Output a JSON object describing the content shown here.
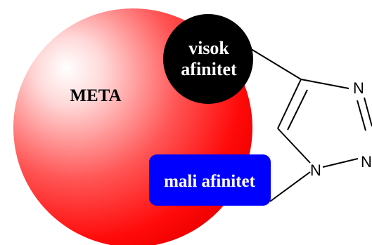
{
  "target": {
    "label": "META",
    "color": "#ff0000"
  },
  "high_affinity": {
    "line1": "visok",
    "line2": "afinitet",
    "color": "#000000"
  },
  "low_affinity": {
    "label": "mali afinitet",
    "color": "#0000ff"
  },
  "molecule": {
    "atom_n1": "N",
    "atom_n2": "N",
    "atom_n3": "N"
  }
}
